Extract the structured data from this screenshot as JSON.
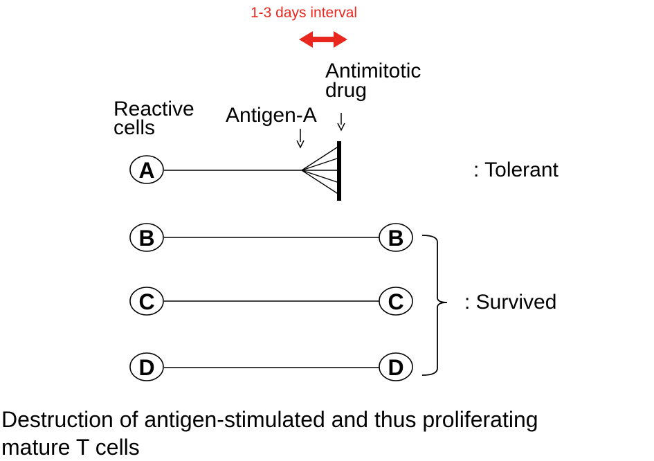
{
  "interval_label": "1-3 days interval",
  "drug_label": [
    "Antimitotic",
    "drug"
  ],
  "reactive_label": [
    "Reactive",
    "cells"
  ],
  "antigen_label": "Antigen-A",
  "cells": [
    {
      "name": "A",
      "outcome": "tolerant"
    },
    {
      "name": "B",
      "outcome": "survived"
    },
    {
      "name": "C",
      "outcome": "survived"
    },
    {
      "name": "D",
      "outcome": "survived"
    }
  ],
  "result_labels": {
    "tolerant": ": Tolerant",
    "survived": ": Survived"
  },
  "caption": [
    "Destruction of antigen-stimulated and thus proliferating",
    "mature T cells"
  ],
  "colors": {
    "interval": "#e8271f",
    "ink": "#000000"
  }
}
